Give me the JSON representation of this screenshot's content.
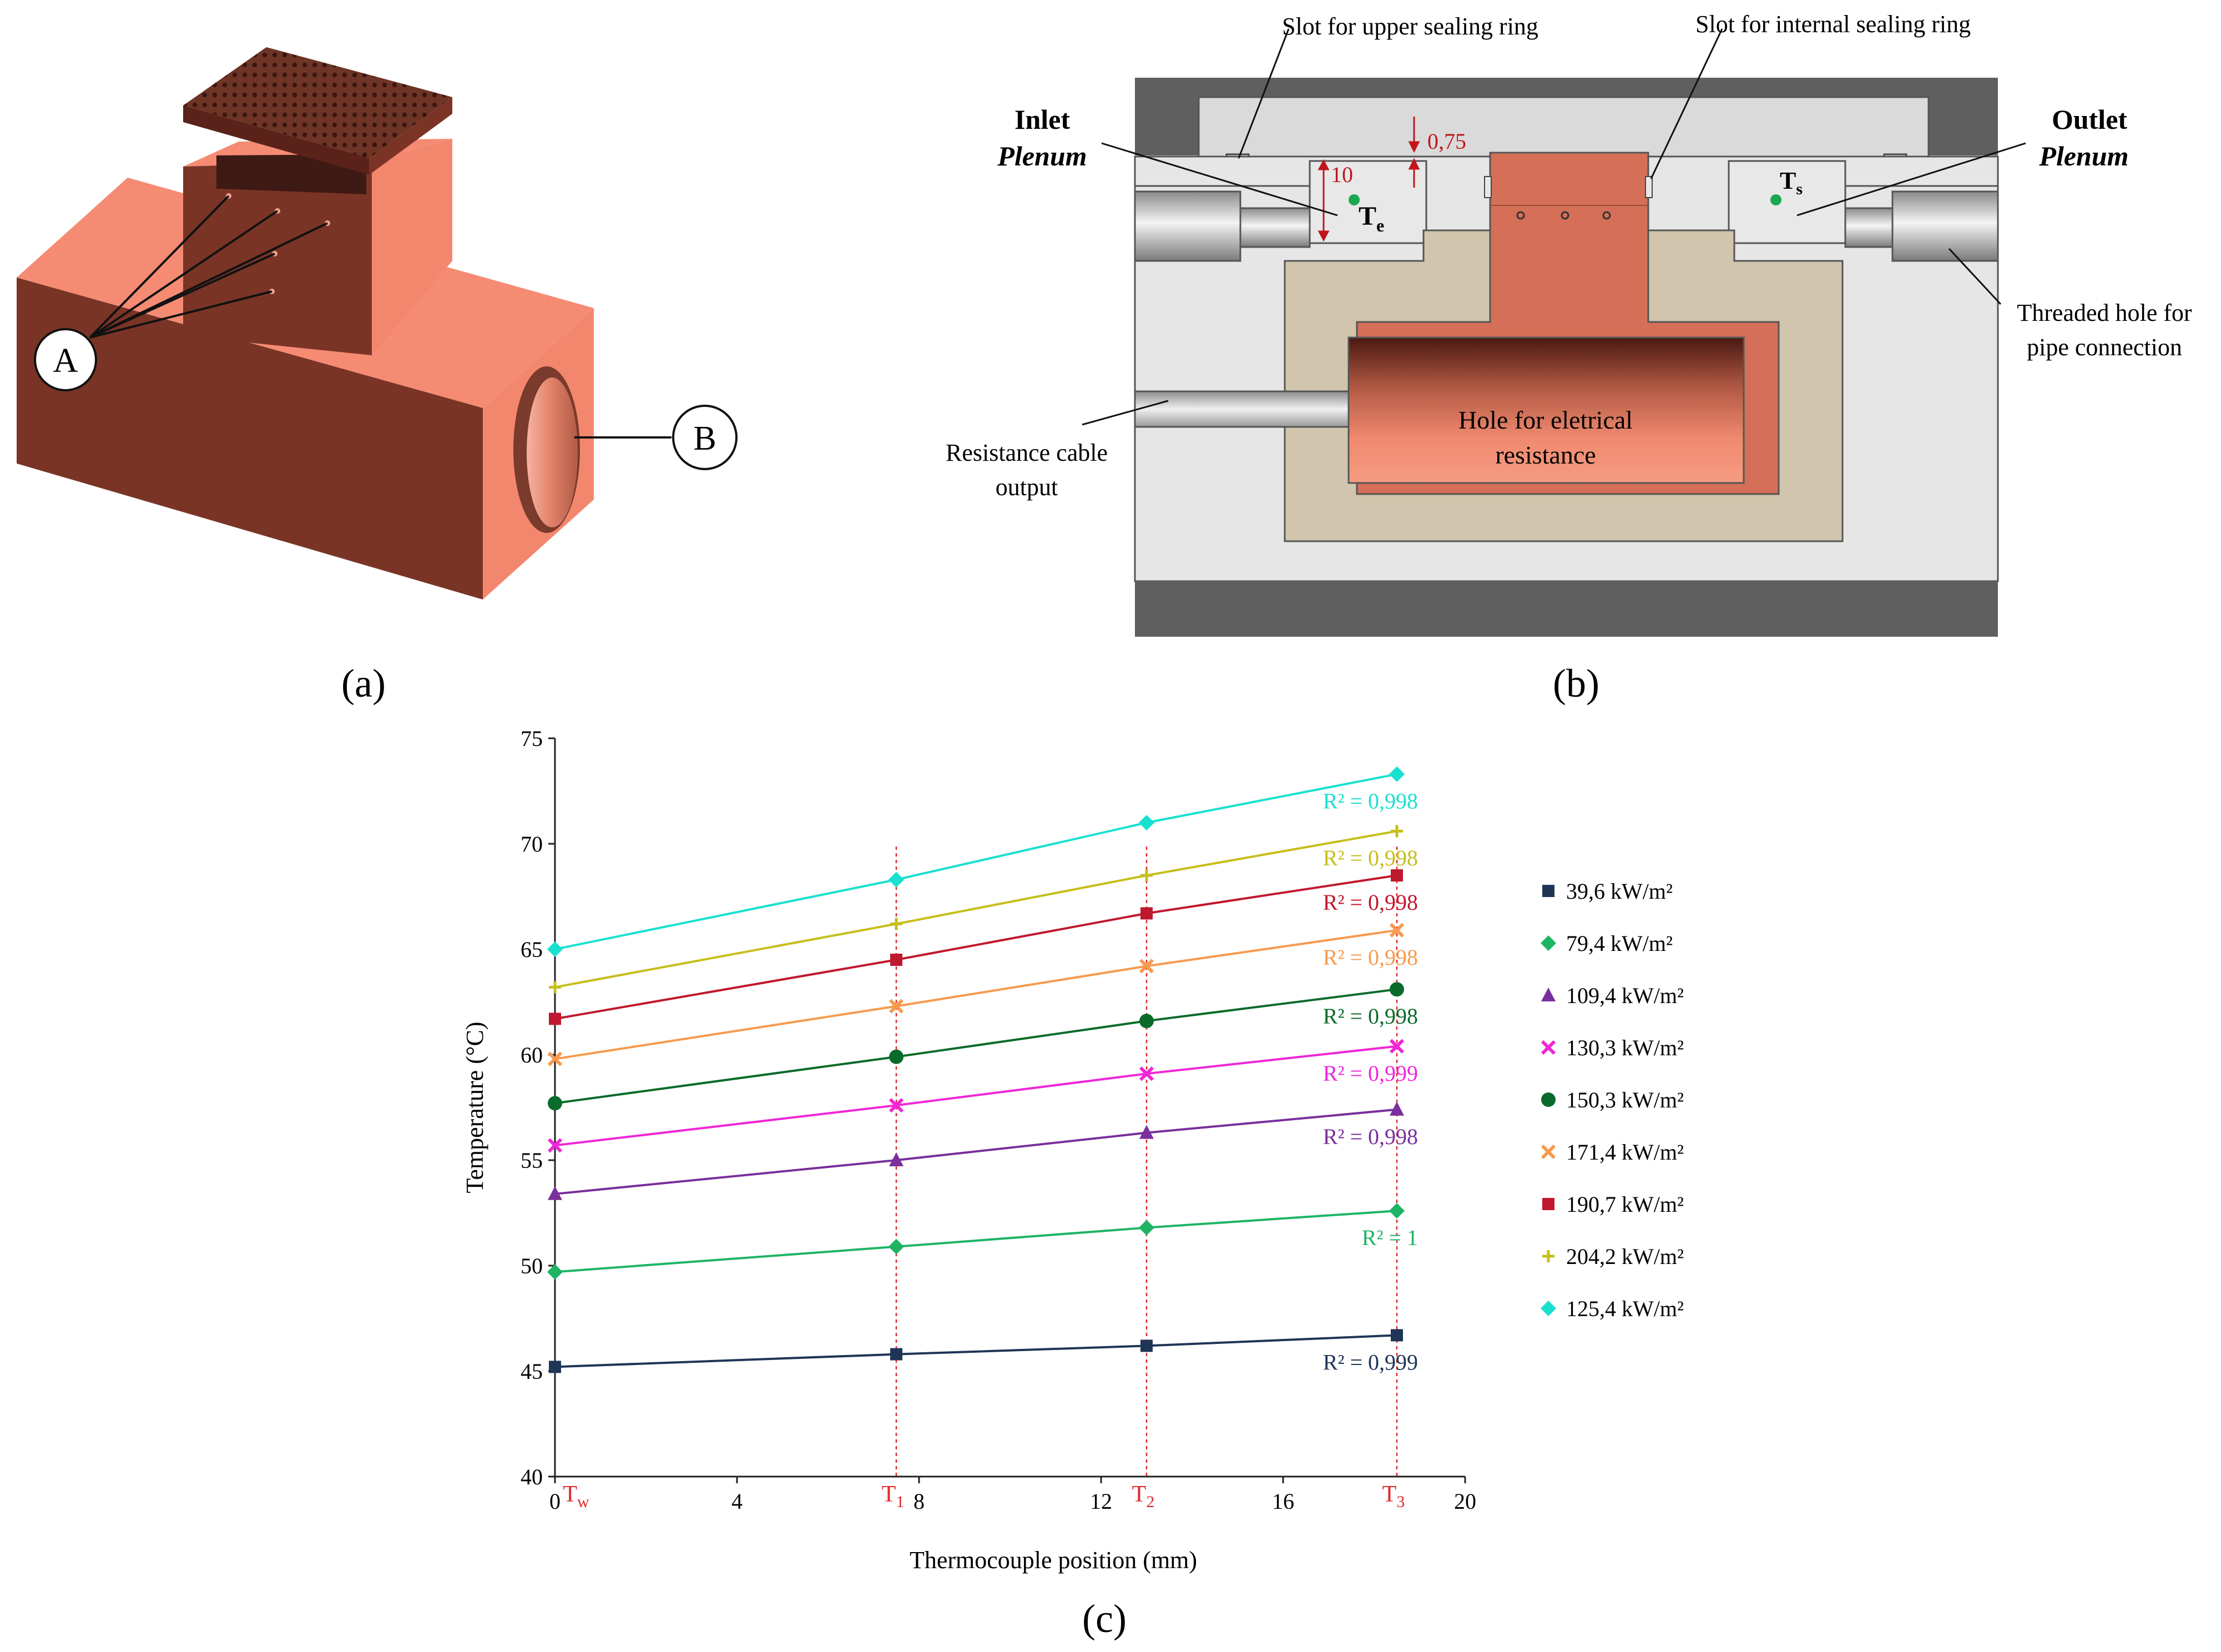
{
  "panel_a": {
    "caption": "(a)",
    "label_a": "A",
    "label_b": "B"
  },
  "panel_b": {
    "caption": "(b)",
    "slot_upper": "Slot for upper sealing ring",
    "slot_internal": "Slot for internal sealing ring",
    "inlet": "Inlet",
    "inlet_plenum": "Plenum",
    "outlet": "Outlet",
    "outlet_plenum": "Plenum",
    "dim_10": "10",
    "dim_075": "0,75",
    "te_main": "T",
    "te_sub": "e",
    "ts_main": "T",
    "ts_sub": "s",
    "threaded_1": "Threaded hole for",
    "threaded_2": "pipe connection",
    "resistance_1": "Resistance cable",
    "resistance_2": "output",
    "hole_1": "Hole for eletrical",
    "hole_2": "resistance",
    "colors": {
      "frame_dark": "#5e5e5e",
      "plate": "#dadada",
      "body": "#e6e6e6",
      "insulation": "#d1c6ad",
      "copper": "#d56f58",
      "dim_red": "#c0161b",
      "probe_green": "#1aa84f"
    }
  },
  "panel_c": {
    "caption": "(c)"
  },
  "chart_data": {
    "type": "line",
    "xlabel": "Thermocouple position (mm)",
    "ylabel": "Temperature (°C)",
    "xlim": [
      0,
      20
    ],
    "ylim": [
      40,
      75
    ],
    "xticks": [
      "0",
      "4",
      "8",
      "12",
      "16",
      "20"
    ],
    "yticks": [
      "40",
      "45",
      "50",
      "55",
      "60",
      "65",
      "70",
      "75"
    ],
    "positions": [
      0,
      7.5,
      13,
      18.5
    ],
    "position_labels": [
      {
        "main": "T",
        "sub": "w"
      },
      {
        "main": "T",
        "sub": "1"
      },
      {
        "main": "T",
        "sub": "2"
      },
      {
        "main": "T",
        "sub": "3"
      }
    ],
    "series": [
      {
        "name": "39,6 kW/m²",
        "color": "#1f3556",
        "marker": "square",
        "values": [
          45.2,
          45.8,
          46.2,
          46.7
        ],
        "r2": "R² = 0,999"
      },
      {
        "name": "79,4 kW/m²",
        "color": "#1eb464",
        "marker": "diamond",
        "values": [
          49.7,
          50.9,
          51.8,
          52.6
        ],
        "r2": "R² = 1"
      },
      {
        "name": "109,4 kW/m²",
        "color": "#7a2f9c",
        "marker": "triangle",
        "values": [
          53.4,
          55.0,
          56.3,
          57.4
        ],
        "r2": "R² = 0,998"
      },
      {
        "name": "130,3 kW/m²",
        "color": "#f026d8",
        "marker": "x",
        "values": [
          55.7,
          57.6,
          59.1,
          60.4
        ],
        "r2": "R² = 0,999"
      },
      {
        "name": "150,3 kW/m²",
        "color": "#0b6b2a",
        "marker": "circle",
        "values": [
          57.7,
          59.9,
          61.6,
          63.1
        ],
        "r2": "R² = 0,998"
      },
      {
        "name": "171,4 kW/m²",
        "color": "#f79a4d",
        "marker": "x",
        "values": [
          59.8,
          62.3,
          64.2,
          65.9
        ],
        "r2": "R² = 0,998"
      },
      {
        "name": "190,7 kW/m²",
        "color": "#c0182e",
        "marker": "square",
        "values": [
          61.7,
          64.5,
          66.7,
          68.5
        ],
        "r2": "R² = 0,998"
      },
      {
        "name": "204,2 kW/m²",
        "color": "#c6be19",
        "marker": "plus",
        "values": [
          63.2,
          66.2,
          68.5,
          70.6
        ],
        "r2": "R² = 0,998"
      },
      {
        "name": "125,4 kW/m²",
        "color": "#19e0cf",
        "marker": "diamond",
        "values": [
          65.0,
          68.3,
          71.0,
          73.3
        ],
        "r2": "R² = 0,998"
      }
    ],
    "guide_color": "#e0282c",
    "legend_position": "right"
  }
}
